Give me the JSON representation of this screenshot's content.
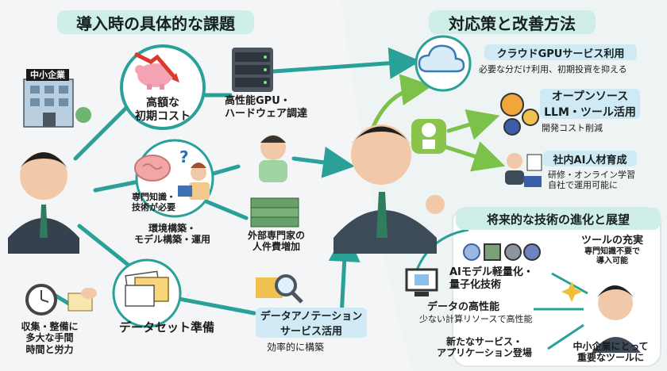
{
  "colors": {
    "accent_teal": "#2aa198",
    "accent_green": "#7cc24a",
    "pill_bg": "#cfeee8",
    "tag_bg": "#cfe9f5"
  },
  "left": {
    "title": "導入時の具体的な課題",
    "sign": "中小企業",
    "cost": {
      "line1": "高額な",
      "line2": "初期コスト"
    },
    "gpu": {
      "line1": "高性能GPU・",
      "line2": "ハードウェア調達"
    },
    "expert": {
      "line1": "専門知識・",
      "line2": "技術が必要"
    },
    "env": {
      "line1": "環境構築・",
      "line2": "モデル構築・運用"
    },
    "outsource": {
      "line1": "外部専門家の",
      "line2": "人件費増加"
    },
    "dataset": "データセット準備",
    "collect": {
      "line1": "収集・整備に",
      "line2": "多大な手間",
      "line3": "時間と労力"
    },
    "annotation": {
      "line1": "データアノテーション",
      "line2": "サービス活用",
      "sub": "効率的に構築"
    }
  },
  "right": {
    "title": "対応策と改善方法",
    "cloud": {
      "title": "クラウドGPUサービス利用",
      "desc": "必要な分だけ利用、初期投資を抑える"
    },
    "oss": {
      "line1": "オープンソース",
      "line2": "LLM・ツール活用",
      "desc": "開発コスト削減"
    },
    "training": {
      "title": "社内AI人材育成",
      "line1": "研修・オンライン学習",
      "line2": "自社で運用可能に"
    }
  },
  "future": {
    "title": "将来的な技術の進化と展望",
    "lightweight": {
      "line1": "AIモデル軽量化・",
      "line2": "量子化技術"
    },
    "tools": {
      "title": "ツールの充実",
      "line1": "専門知識不要で",
      "line2": "導入可能"
    },
    "data": {
      "title": "データの高性能",
      "sub": "少ない計算リソースで高性能"
    },
    "service": {
      "line1": "新たなサービス・",
      "line2": "アプリケーション登場"
    },
    "sme": {
      "line1": "中小企業にとって",
      "line2": "重要なツールに"
    }
  }
}
